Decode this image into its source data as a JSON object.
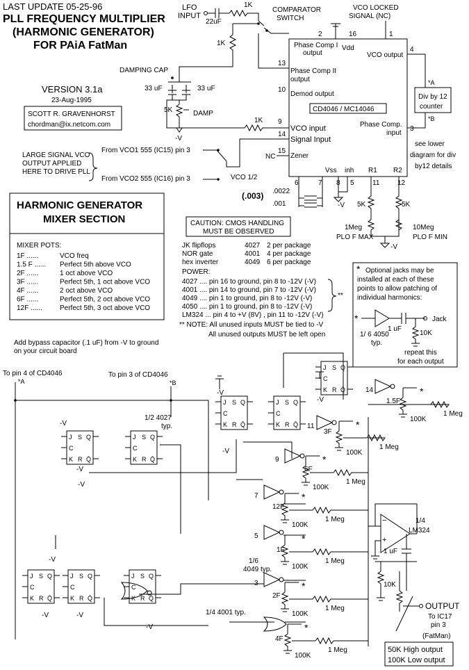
{
  "header": {
    "update": "LAST UPDATE 05-25-96",
    "title1": "PLL FREQUENCY MULTIPLIER",
    "title2": "(HARMONIC GENERATOR)",
    "title3": "FOR PAiA FatMan",
    "version": "VERSION 3.1a",
    "date": "23-Aug-1995",
    "author": "SCOTT R. GRAVENHORST",
    "email": "chordman@ix.netcom.com"
  },
  "top": {
    "lfo1": "LFO",
    "lfo2": "INPUT",
    "c22": "22uF",
    "r1k_top": "1K",
    "r1k_left": "1K",
    "r1k_vco": "1K",
    "comp1": "COMPARATOR",
    "comp2": "SWITCH",
    "vco_locked1": "VCO LOCKED",
    "vco_locked2": "SIGNAL (NC)",
    "damping_cap": "DAMPING CAP",
    "c33a": "33 uF",
    "c33b": "33 uF",
    "r5k": "5K",
    "damp": "DAMP",
    "minus_v": "-V",
    "large1": "LARGE SIGNAL VCO",
    "large2": "OUTPUT APPLIED",
    "large3": "HERE TO DRIVE PLL",
    "from1": "From VCO1 555 (IC15) pin 3",
    "from2": "From VCO2 555 (IC16) pin 3",
    "vco12": "VCO 1/2",
    "nc": "NC",
    "c003": "(.003)",
    "c0022": ".0022",
    "c001": ".001"
  },
  "pll": {
    "ic_name": "CD4046  / MC14046",
    "pc_out": "Phase Comp I",
    "pc_out2": "output",
    "vdd": "Vdd",
    "pc2_out1": "Phase Comp II",
    "pc2_out2": "output",
    "demod": "Demod output",
    "vco_in": "VCO input",
    "sig_in": "Signal Input",
    "zener": "Zener",
    "vco_out": "VCO output",
    "pc_in1": "Phase Comp.",
    "pc_in2": "input",
    "vss": "Vss",
    "inh": "inh",
    "r1": "R1",
    "r2": "R2",
    "pins": [
      "2",
      "16",
      "1",
      "4",
      "13",
      "10",
      "9",
      "14",
      "15",
      "3",
      "6",
      "7",
      "8",
      "5",
      "11",
      "12"
    ],
    "div1": "Div by 12",
    "div2": "counter",
    "a": "*A",
    "b": "*B",
    "see1": "see lower",
    "see2": "diagram for div",
    "see3": "by12 details",
    "r5k_a": "5K",
    "r5k_b": "5K",
    "r1meg": "1Meg",
    "plo_max": "PLO F MAX",
    "r10meg": "10Meg",
    "plo_min": "PLO F MIN"
  },
  "mixer_box": {
    "title1": "HARMONIC GENERATOR",
    "title2": "MIXER SECTION",
    "pots_title": "MIXER POTS:",
    "pots": [
      {
        "k": "1F",
        "v": "VCO freq"
      },
      {
        "k": "1.5 F",
        "v": "Perfect 5th above VCO"
      },
      {
        "k": "2F",
        "v": "1 oct above VCO"
      },
      {
        "k": "3F",
        "v": "Perfect 5th, 1 oct above VCO"
      },
      {
        "k": "4F",
        "v": "2 oct above VCO"
      },
      {
        "k": "6F",
        "v": "Perfect 5th, 2 oct above VCO"
      },
      {
        "k": "12F",
        "v": "Perfect 5th, 3 oct above VCO"
      }
    ]
  },
  "caution": {
    "line1": "CAUTION: CMOS HANDLING",
    "line2": "MUST BE OBSERVED"
  },
  "parts": [
    {
      "name": "JK flipflops",
      "num": "4027",
      "pkg": "2 per package"
    },
    {
      "name": "NOR gate",
      "num": "4001",
      "pkg": "4 per package"
    },
    {
      "name": "hex inverter",
      "num": "4049",
      "pkg": "6 per package"
    }
  ],
  "power": {
    "title": "POWER:",
    "rows": [
      "4027 .... pin 16 to ground, pin 8 to -12V (-V)",
      "4001 .... pin 14 to ground, pin 7 to -12V (-V)",
      "4049 .... pin 1   to ground, pin 8 to -12V (-V)",
      "4050 .... pin 1   to ground, pin 8 to -12V (-V)",
      "LM324 ... pin 4 to +V (8V) , pin 11 to -12V (-V)"
    ],
    "stars": "**",
    "note1": "** NOTE:  All unused inputs MUST be tied to -V",
    "note2": "All unused outputs MUST be left open"
  },
  "optional": {
    "l1": "Optional jacks may be",
    "l2": "installed at each of these",
    "l3": "points to allow patching of",
    "l4": "individual harmonics:",
    "cap": "1 uF",
    "jack": "Jack",
    "r10k": "10K",
    "buf1": "1/ 6  4050",
    "buf2": "typ.",
    "rep1": "repeat this",
    "rep2": "for each output"
  },
  "bypass": {
    "l1": "Add bypass capacitor (.1 uF) from -V to ground",
    "l2": "on your circuit board"
  },
  "lower": {
    "pin4": "To pin 4 of CD4046",
    "a": "*A",
    "pin3": "To pin 3 of CD4046",
    "b": "*B",
    "half4027": "1/2  4027",
    "typ": "typ.",
    "inv4049_1": "1/6",
    "inv4049_2": "4049 typ.",
    "nor4001": "1/4  4001 typ.",
    "lm1": "1/4",
    "lm2": "LM324",
    "cap1u": "1 uF",
    "r10k": "10K",
    "out1": "OUTPUT",
    "out2": "To IC17",
    "out3": "pin 3",
    "fatman": "(FatMan)",
    "hi": "50K High output",
    "lo": "100K Low output",
    "minus_v": "-V",
    "harm": [
      "1.5F",
      "3F",
      "6F",
      "12F",
      "1F",
      "2F",
      "4F"
    ],
    "inv_pins": [
      "14",
      "11",
      "9",
      "7",
      "5",
      "3"
    ],
    "r1meg": "1 Meg",
    "r100k": "100K",
    "ff": {
      "j": "J",
      "k": "K",
      "c": "C",
      "s": "S",
      "r": "R",
      "q": "Q",
      "qb": "Q̄"
    }
  }
}
